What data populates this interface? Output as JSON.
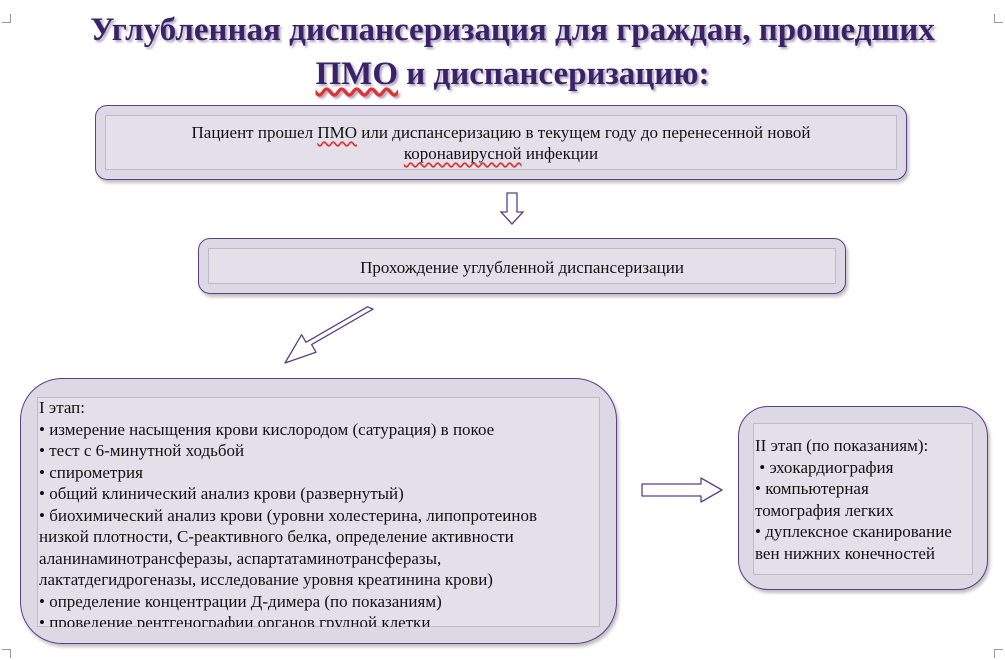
{
  "title": {
    "line1": "Углубленная диспансеризация для граждан, прошедших",
    "line2_a": "ПМО",
    "line2_b": " и диспансеризацию:"
  },
  "box1": {
    "line1_a": "Пациент прошел ",
    "line1_b": "ПМО",
    "line1_c": " или диспансеризацию в текущем году до перенесенной новой",
    "line2_a": "коронавирусной",
    "line2_b": " инфекции"
  },
  "box2": {
    "text": "Прохождение углубленной диспансеризации"
  },
  "stage1": {
    "heading": "I этап:",
    "items": [
      "• измерение насыщения крови кислородом (сатурация) в покое",
      "• тест с 6-минутной ходьбой",
      "• спирометрия",
      "• общий клинический анализ крови (развернутый)",
      "• биохимический анализ крови (уровни холестерина, липопротеинов",
      "низкой плотности, С-реактивного белка, определение активности",
      "аланинаминотрансферазы, аспартатаминотрансферазы,",
      "лактатдегидрогеназы, исследование уровня креатинина крови)",
      "• определение концентрации Д-димера (по показаниям)",
      "• проведение рентгенографии органов грудной клетки"
    ]
  },
  "stage2": {
    "heading": "II этап (по показаниям):",
    "items": [
      " • эхокардиография",
      "• компьютерная",
      "томография легких",
      "• дуплексное сканирование",
      "вен нижних конечностей"
    ]
  },
  "colors": {
    "title": "#3b2266",
    "box_fill": "#dcd9e4",
    "box_border": "#5a3f8a"
  }
}
